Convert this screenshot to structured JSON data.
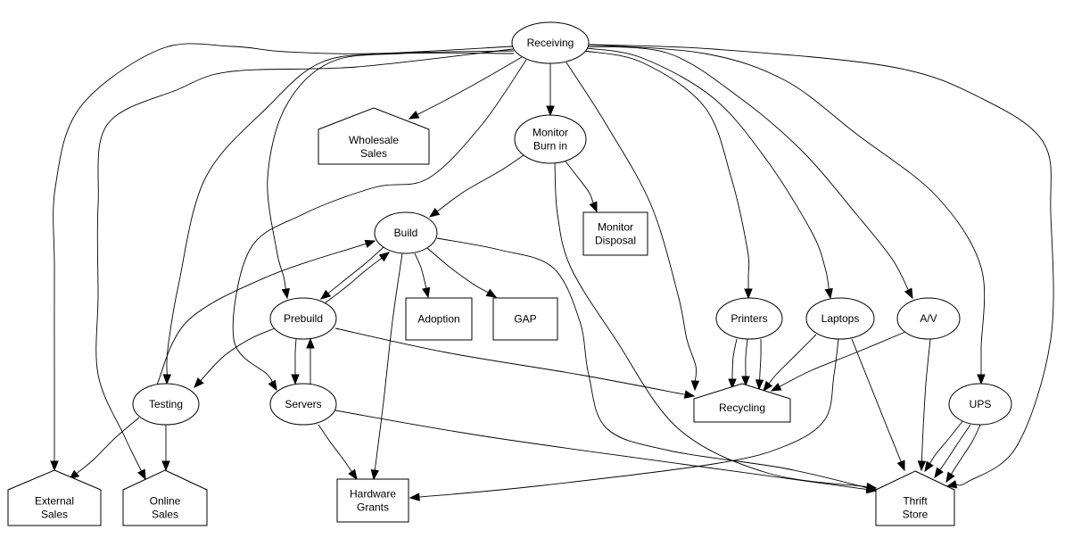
{
  "diagram": {
    "type": "directed-graph",
    "nodes": [
      {
        "id": "receiving",
        "label": [
          "Receiving"
        ],
        "shape": "ellipse"
      },
      {
        "id": "wholesale_sales",
        "label": [
          "Wholesale",
          "Sales"
        ],
        "shape": "house"
      },
      {
        "id": "monitor_burn_in",
        "label": [
          "Monitor",
          "Burn in"
        ],
        "shape": "ellipse"
      },
      {
        "id": "monitor_disposal",
        "label": [
          "Monitor",
          "Disposal"
        ],
        "shape": "box"
      },
      {
        "id": "build",
        "label": [
          "Build"
        ],
        "shape": "ellipse"
      },
      {
        "id": "adoption",
        "label": [
          "Adoption"
        ],
        "shape": "box"
      },
      {
        "id": "gap",
        "label": [
          "GAP"
        ],
        "shape": "box"
      },
      {
        "id": "prebuild",
        "label": [
          "Prebuild"
        ],
        "shape": "ellipse"
      },
      {
        "id": "printers",
        "label": [
          "Printers"
        ],
        "shape": "ellipse"
      },
      {
        "id": "laptops",
        "label": [
          "Laptops"
        ],
        "shape": "ellipse"
      },
      {
        "id": "av",
        "label": [
          "A/V"
        ],
        "shape": "ellipse"
      },
      {
        "id": "recycling",
        "label": [
          "Recycling"
        ],
        "shape": "house"
      },
      {
        "id": "testing",
        "label": [
          "Testing"
        ],
        "shape": "ellipse"
      },
      {
        "id": "servers",
        "label": [
          "Servers"
        ],
        "shape": "ellipse"
      },
      {
        "id": "ups",
        "label": [
          "UPS"
        ],
        "shape": "ellipse"
      },
      {
        "id": "external_sales",
        "label": [
          "External",
          "Sales"
        ],
        "shape": "house"
      },
      {
        "id": "online_sales",
        "label": [
          "Online",
          "Sales"
        ],
        "shape": "house"
      },
      {
        "id": "hardware_grants",
        "label": [
          "Hardware",
          "Grants"
        ],
        "shape": "box"
      },
      {
        "id": "thrift_store",
        "label": [
          "Thrift",
          "Store"
        ],
        "shape": "house"
      }
    ],
    "edges": [
      {
        "from": "receiving",
        "to": "wholesale_sales"
      },
      {
        "from": "receiving",
        "to": "monitor_burn_in"
      },
      {
        "from": "receiving",
        "to": "external_sales"
      },
      {
        "from": "receiving",
        "to": "online_sales"
      },
      {
        "from": "receiving",
        "to": "testing"
      },
      {
        "from": "receiving",
        "to": "prebuild"
      },
      {
        "from": "receiving",
        "to": "servers"
      },
      {
        "from": "receiving",
        "to": "recycling"
      },
      {
        "from": "receiving",
        "to": "printers"
      },
      {
        "from": "receiving",
        "to": "laptops"
      },
      {
        "from": "receiving",
        "to": "av"
      },
      {
        "from": "receiving",
        "to": "ups"
      },
      {
        "from": "receiving",
        "to": "thrift_store"
      },
      {
        "from": "monitor_burn_in",
        "to": "build"
      },
      {
        "from": "monitor_burn_in",
        "to": "monitor_disposal"
      },
      {
        "from": "monitor_burn_in",
        "to": "thrift_store"
      },
      {
        "from": "build",
        "to": "prebuild"
      },
      {
        "from": "build",
        "to": "adoption"
      },
      {
        "from": "build",
        "to": "gap"
      },
      {
        "from": "build",
        "to": "hardware_grants"
      },
      {
        "from": "build",
        "to": "thrift_store"
      },
      {
        "from": "prebuild",
        "to": "build"
      },
      {
        "from": "prebuild",
        "to": "testing"
      },
      {
        "from": "prebuild",
        "to": "servers"
      },
      {
        "from": "prebuild",
        "to": "recycling"
      },
      {
        "from": "servers",
        "to": "prebuild"
      },
      {
        "from": "servers",
        "to": "hardware_grants"
      },
      {
        "from": "servers",
        "to": "thrift_store"
      },
      {
        "from": "testing",
        "to": "build"
      },
      {
        "from": "testing",
        "to": "external_sales"
      },
      {
        "from": "testing",
        "to": "online_sales"
      },
      {
        "from": "printers",
        "to": "recycling"
      },
      {
        "from": "printers",
        "to": "recycling"
      },
      {
        "from": "printers",
        "to": "recycling"
      },
      {
        "from": "laptops",
        "to": "recycling"
      },
      {
        "from": "laptops",
        "to": "hardware_grants"
      },
      {
        "from": "laptops",
        "to": "thrift_store"
      },
      {
        "from": "av",
        "to": "recycling"
      },
      {
        "from": "av",
        "to": "thrift_store"
      },
      {
        "from": "ups",
        "to": "thrift_store"
      },
      {
        "from": "ups",
        "to": "thrift_store"
      },
      {
        "from": "ups",
        "to": "thrift_store"
      }
    ]
  }
}
